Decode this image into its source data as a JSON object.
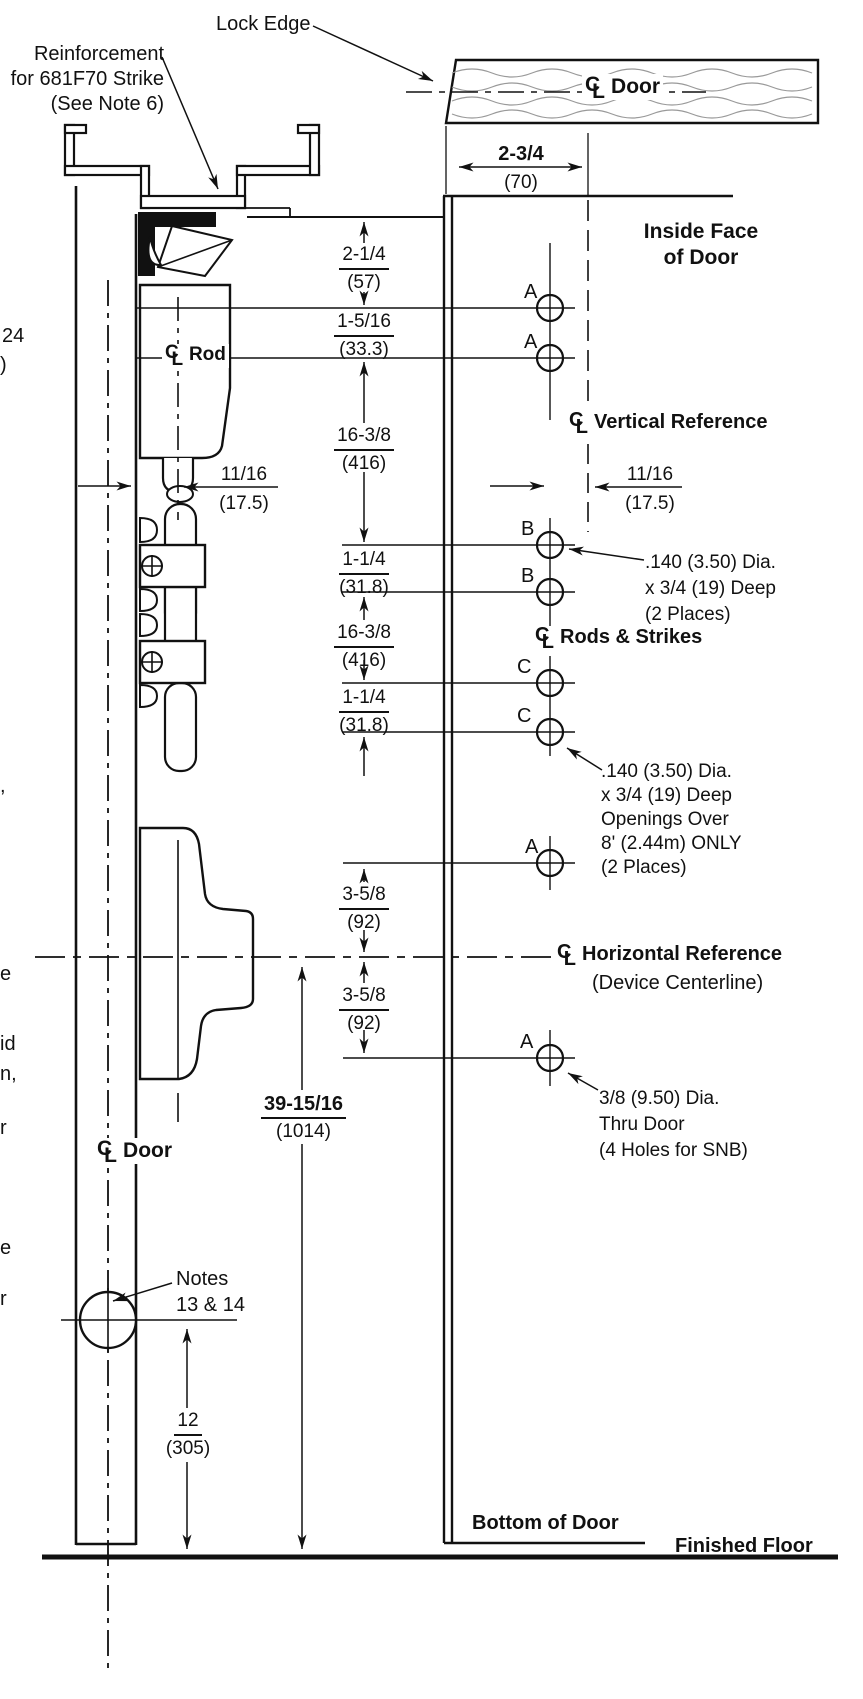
{
  "drawing": {
    "callouts": {
      "reinforcement": [
        "Reinforcement",
        "for 681F70 Strike",
        "(See Note 6)"
      ],
      "lock_edge": "Lock Edge",
      "notes_ref": [
        "Notes",
        "13 & 14"
      ]
    },
    "centerline_labels": {
      "door_top": "Door",
      "rod": "Rod",
      "vertical_reference": "Vertical Reference",
      "rods_strikes": "Rods & Strikes",
      "horizontal_reference": "Horizontal Reference",
      "horizontal_reference_sub": "(Device Centerline)",
      "door_left": "Door"
    },
    "face_labels": {
      "inside_face_line1": "Inside Face",
      "inside_face_line2": "of Door",
      "bottom_of_door": "Bottom of Door",
      "finished_floor": "Finished Floor"
    },
    "dims": {
      "w70": {
        "v": "2-3/4",
        "m": "(70)"
      },
      "h57": {
        "v": "2-1/4",
        "m": "(57)"
      },
      "h333": {
        "v": "1-5/16",
        "m": "(33.3)"
      },
      "h416": {
        "v": "16-3/8",
        "m": "(416)"
      },
      "off175": {
        "v": "11/16",
        "m": "(17.5)"
      },
      "h318": {
        "v": "1-1/4",
        "m": "(31.8)"
      },
      "h92": {
        "v": "3-5/8",
        "m": "(92)"
      },
      "h1014": {
        "v": "39-15/16",
        "m": "(1014)"
      },
      "h305": {
        "v": "12",
        "m": "(305)"
      }
    },
    "holes": {
      "a": "A",
      "b": "B",
      "c": "C"
    },
    "hole_notes": {
      "b": [
        ".140 (3.50) Dia.",
        "x 3/4 (19) Deep",
        "(2 Places)"
      ],
      "c": [
        ".140 (3.50) Dia.",
        "x 3/4 (19) Deep",
        "Openings Over",
        "8' (2.44m) ONLY",
        "(2 Places)"
      ],
      "a": [
        "3/8 (9.50) Dia.",
        "Thru Door",
        "(4 Holes for SNB)"
      ]
    },
    "clipped_edge_fragments": [
      "24",
      ")",
      ",",
      "e",
      "id",
      "n,",
      "r",
      "e",
      "r"
    ],
    "symbols": {
      "centerline_c": "C",
      "centerline_l": "L"
    }
  }
}
